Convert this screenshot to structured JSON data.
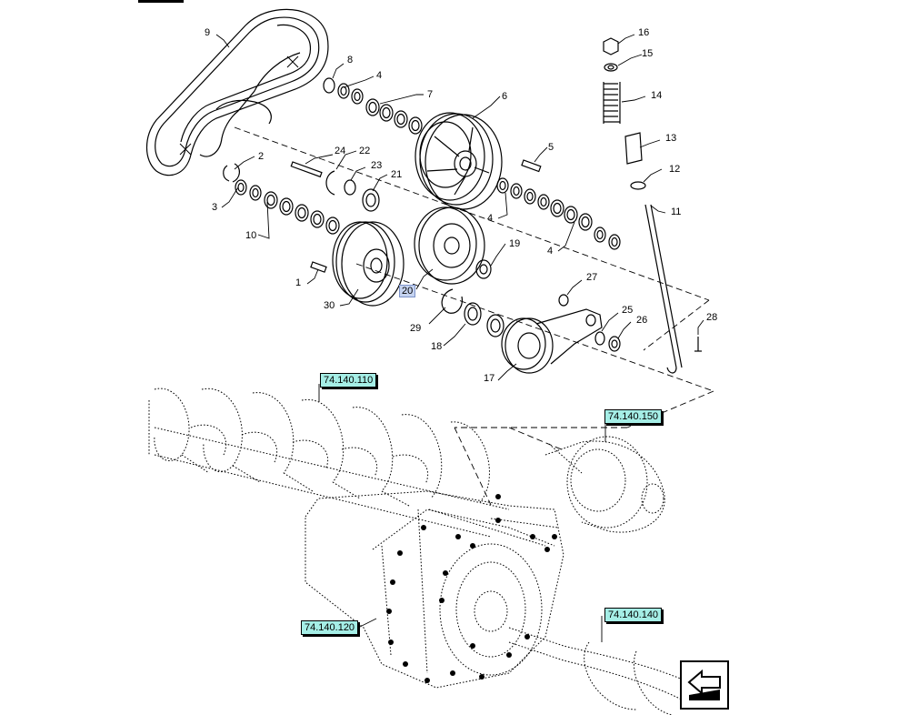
{
  "callouts": {
    "n1": "1",
    "n2": "2",
    "n3": "3",
    "n4a": "4",
    "n4b": "4",
    "n4c": "4",
    "n5": "5",
    "n6": "6",
    "n7": "7",
    "n8": "8",
    "n9": "9",
    "n10": "10",
    "n11": "11",
    "n12": "12",
    "n13": "13",
    "n14": "14",
    "n15": "15",
    "n16": "16",
    "n17": "17",
    "n18": "18",
    "n19": "19",
    "n20": "20",
    "n21": "21",
    "n22": "22",
    "n23": "23",
    "n24": "24",
    "n25": "25",
    "n26": "26",
    "n27": "27",
    "n28": "28",
    "n29": "29",
    "n30": "30"
  },
  "references": {
    "auger_ref": "74.140.110",
    "hub_ref": "74.140.150",
    "gearbox_ref": "74.140.120",
    "flight_ref": "74.140.140"
  },
  "colors": {
    "reference_fill": "#a5eee6",
    "highlight_fill": "#c5d3f0"
  },
  "icons": {
    "navigation": "previous-page-arrow-icon"
  }
}
